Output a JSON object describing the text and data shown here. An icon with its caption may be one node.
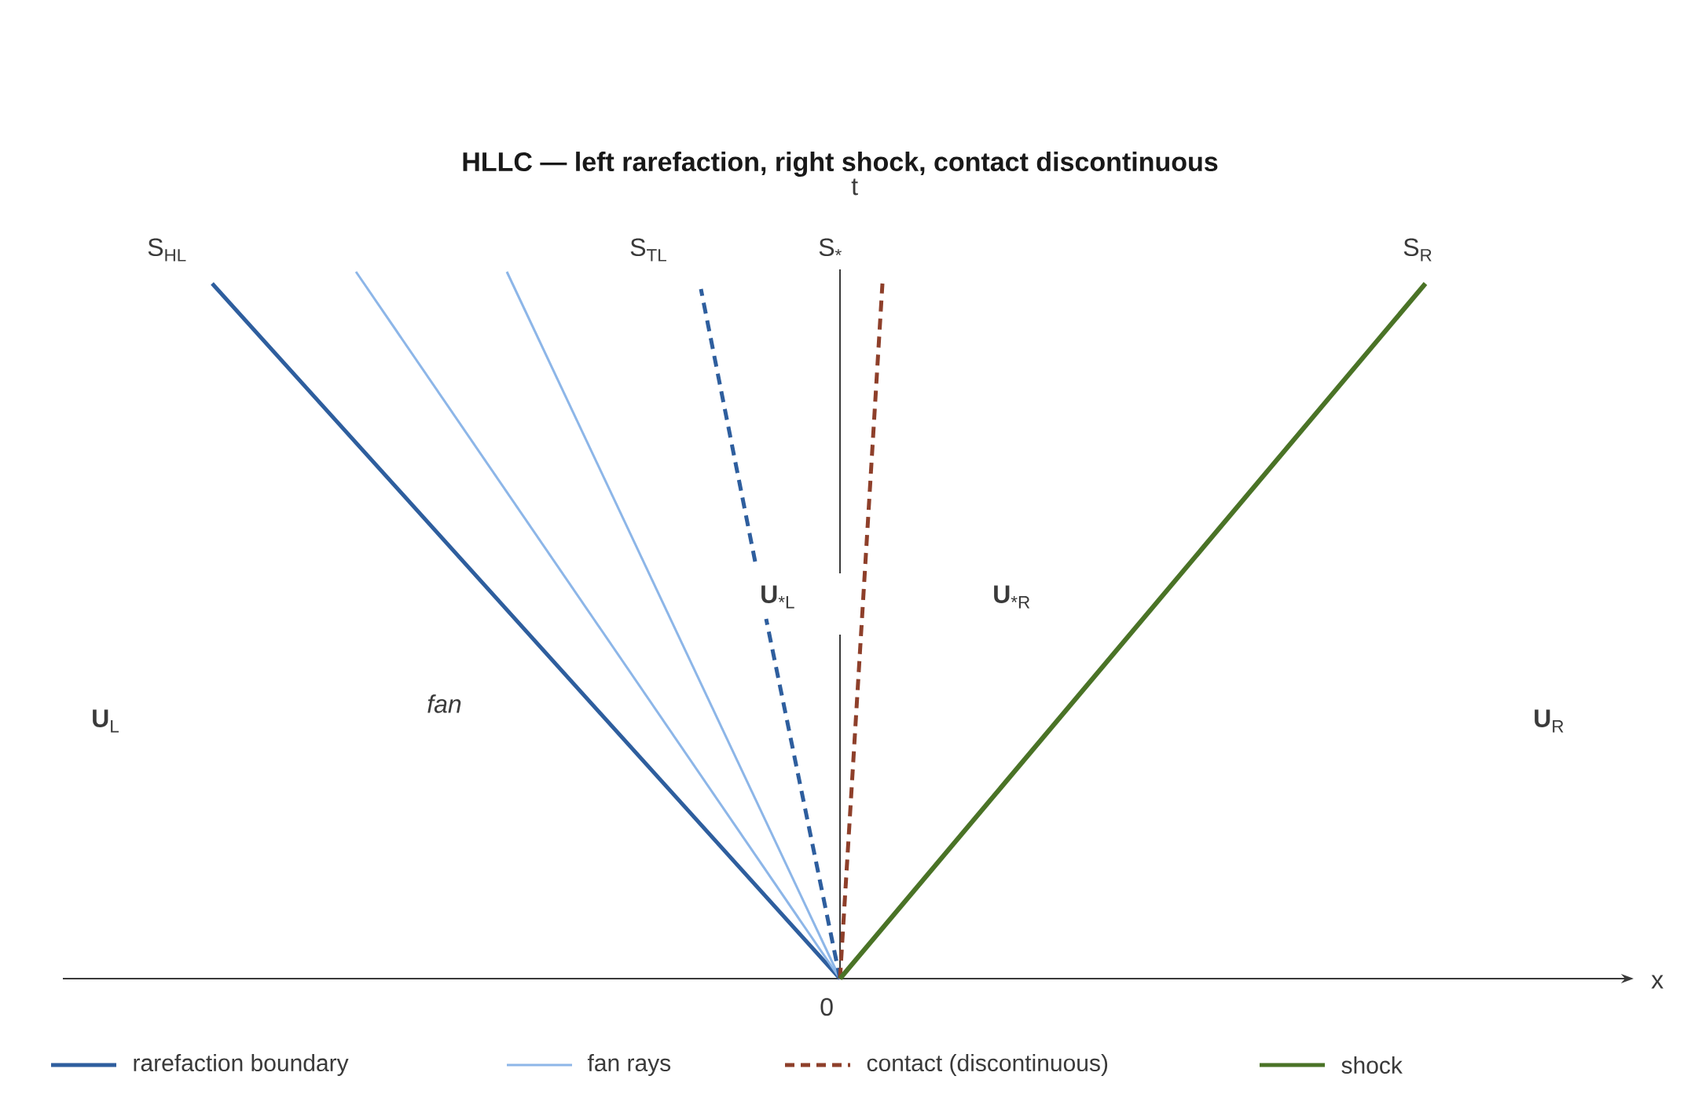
{
  "diagram": {
    "title": "HLLC — left rarefaction, right shock, contact discontinuous",
    "labels": [
      "t",
      "S$_{HL}$",
      "S$_{TL}$",
      "S$_{*}$",
      "S$_{R}$",
      "**U**$_{*L}$",
      "**U**$_{*R}$",
      "**U**$_{L}$",
      "*fan*",
      "**U**$_{R}$",
      "0",
      "x"
    ],
    "legend": [
      {
        "text": "rarefaction boundary"
      },
      {
        "text": "fan rays"
      },
      {
        "text": "contact (discontinuous)"
      },
      {
        "text": "shock"
      }
    ]
  }
}
